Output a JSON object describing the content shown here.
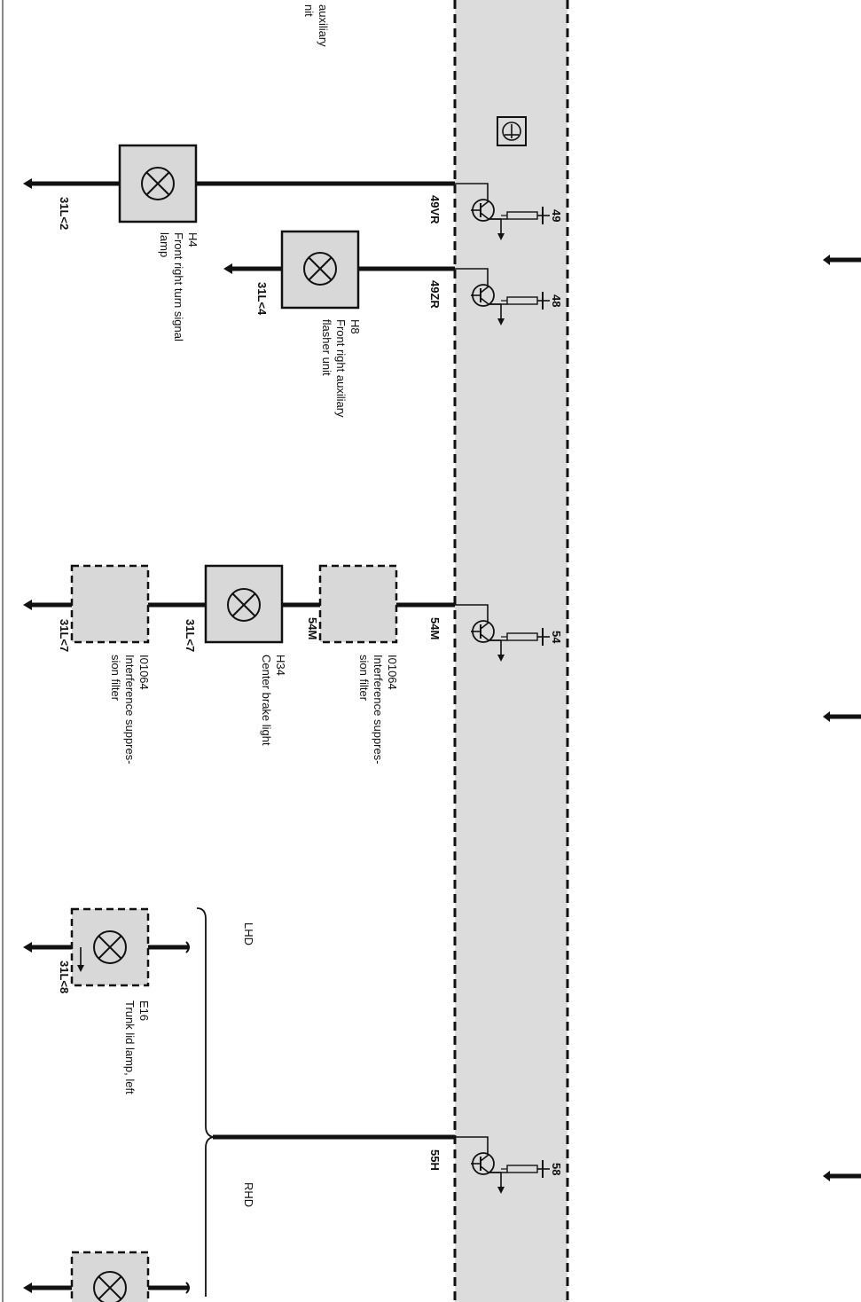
{
  "header_fragment": {
    "line1": "auxiliary",
    "line2": "nit"
  },
  "components": {
    "h4": {
      "code": "H4",
      "name_line1": "Front right turn signal",
      "name_line2": "lamp",
      "ground": "31L<2",
      "wire": "49VR",
      "pin": "49"
    },
    "h8": {
      "code": "H8",
      "name_line1": "Front right auxiliary",
      "name_line2": "flasher unit",
      "ground": "31L<4",
      "wire": "49ZR",
      "pin": "48"
    },
    "h34": {
      "code": "H34",
      "name_line1": "Center brake light",
      "wire_in": "54M",
      "wire_out": "54M",
      "ground_side": "31L<7",
      "pin": "54"
    },
    "i01064_a": {
      "code": "I01064",
      "name_line1": "Interference suppres-",
      "name_line2": "sion filter",
      "ground": "31L<7"
    },
    "i01064_b": {
      "code": "I01064",
      "name_line1": "Interference suppres-",
      "name_line2": "sion filter"
    },
    "e16": {
      "code": "E16",
      "name_line1": "Trunk lid lamp, left",
      "ground": "31L<8"
    },
    "pin58": {
      "wire": "55H",
      "pin": "58"
    }
  },
  "variants": {
    "lhd": "LHD",
    "rhd": "RHD"
  },
  "colors": {
    "module_fill": "#dcdcdc",
    "component_fill": "#d8d8d8",
    "line": "#111111"
  }
}
